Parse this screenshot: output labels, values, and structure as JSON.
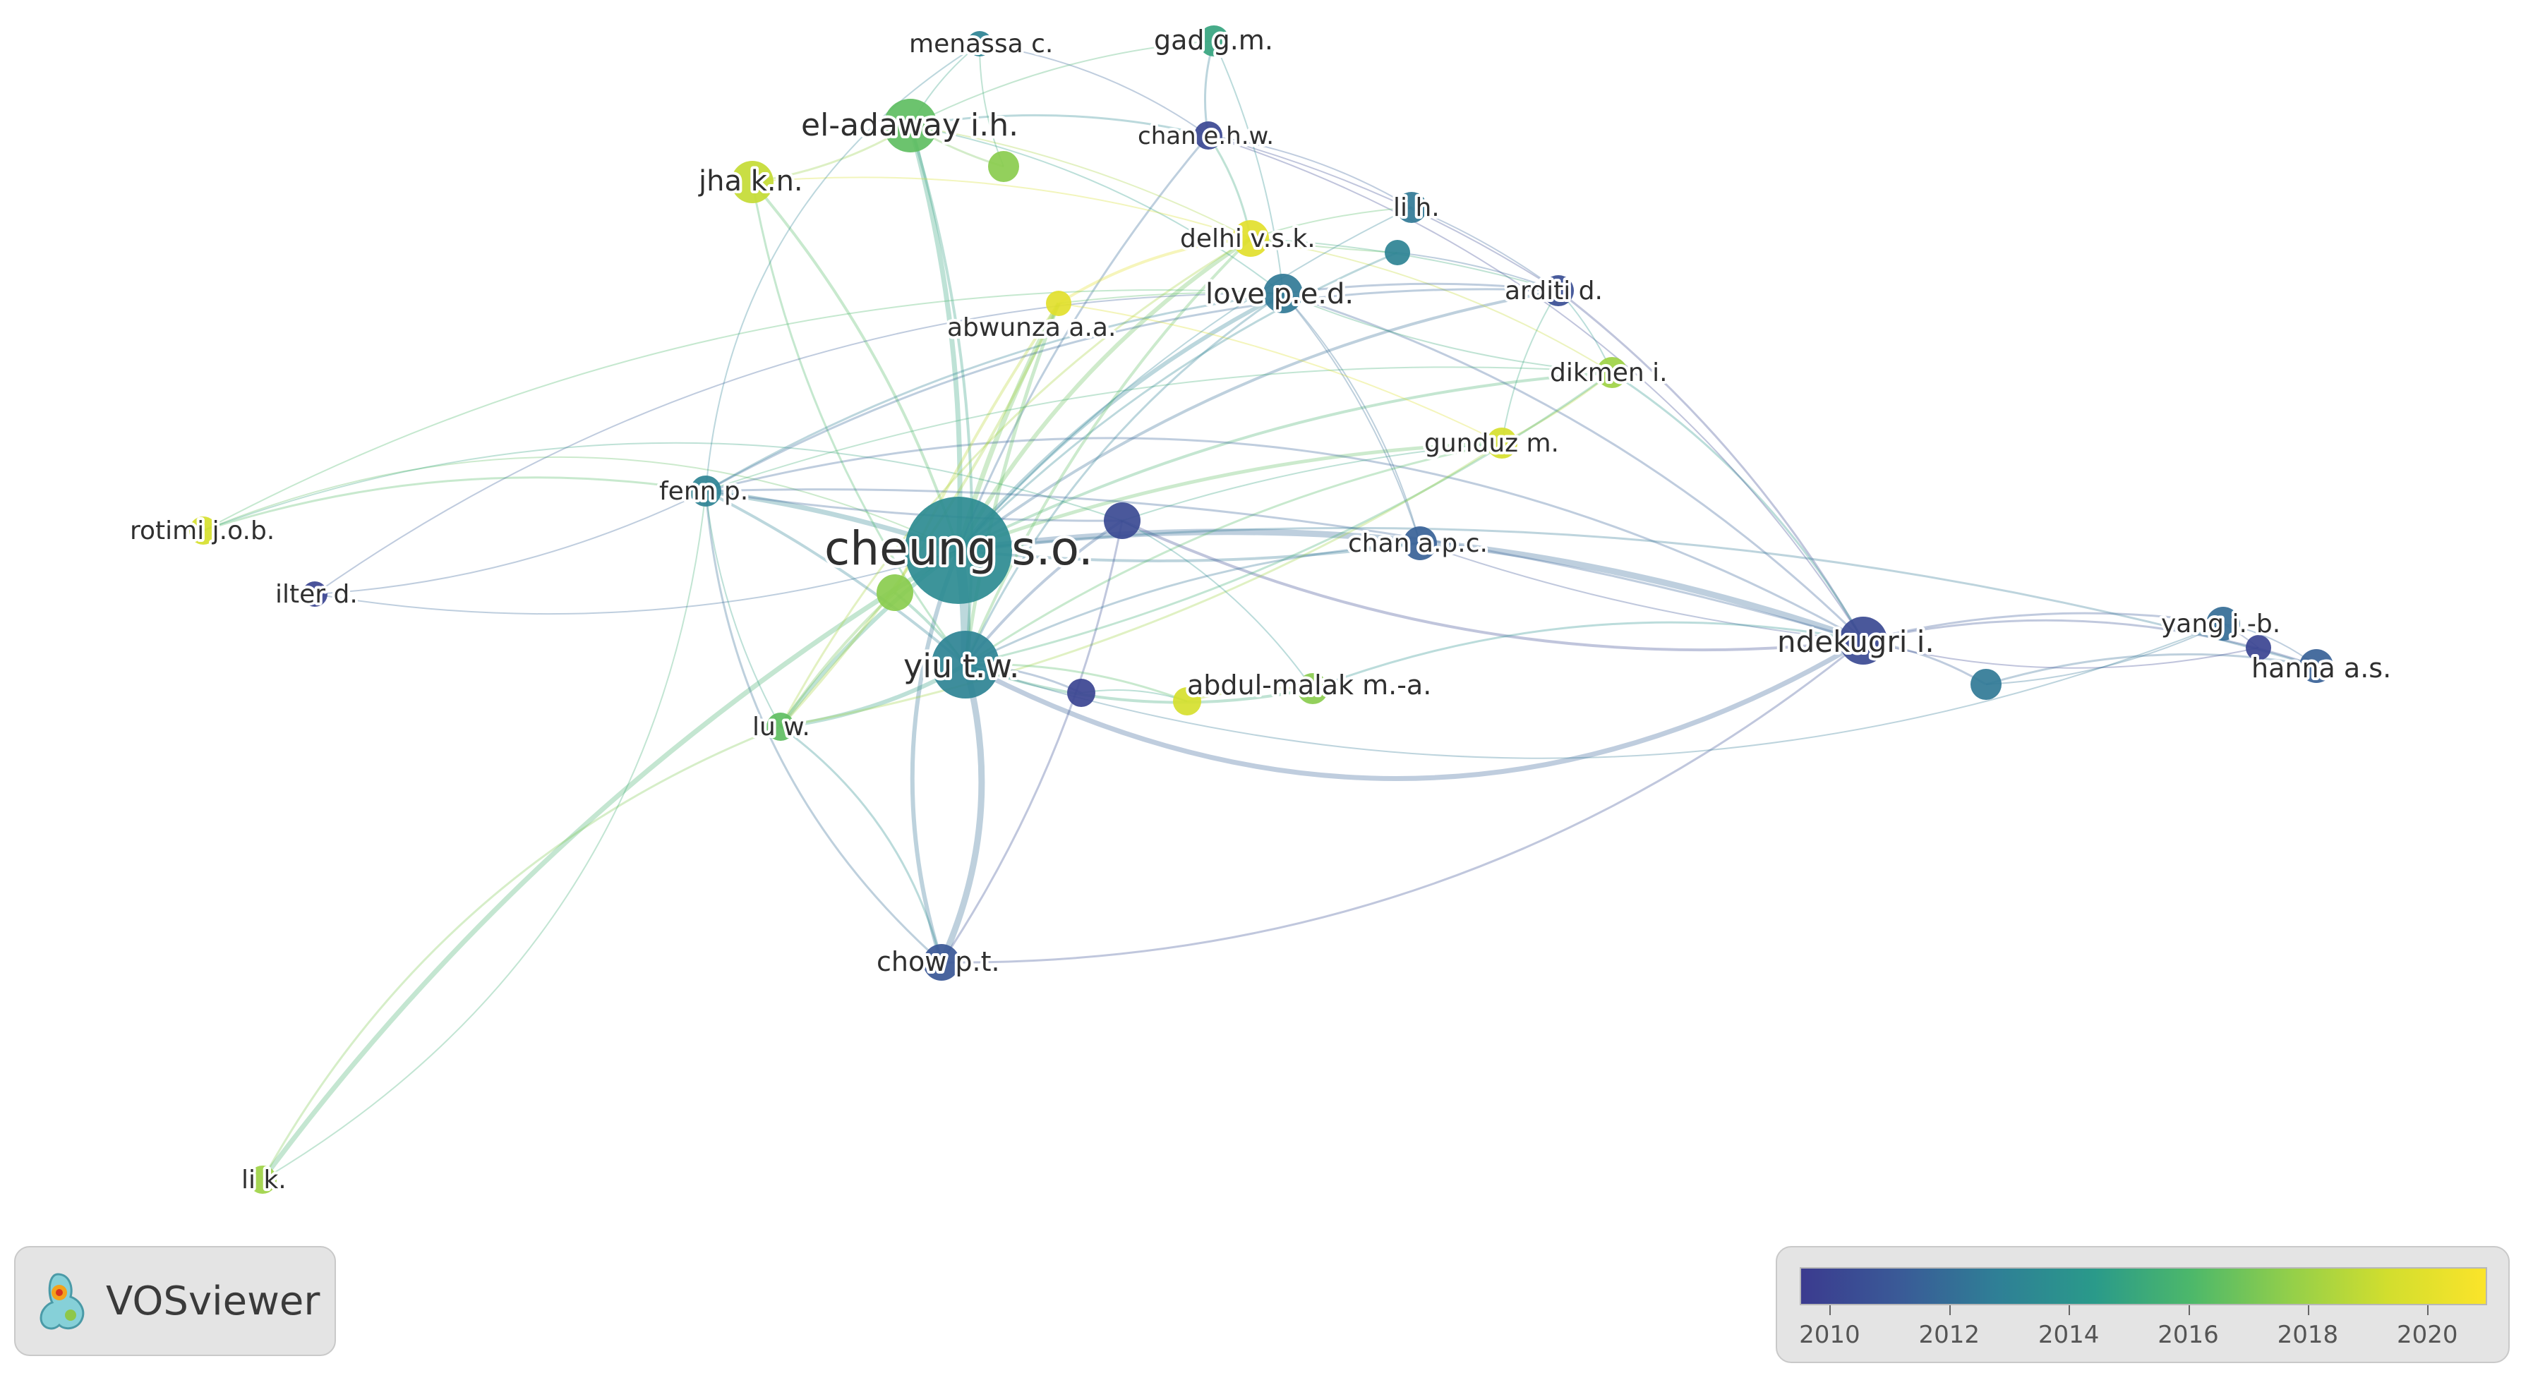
{
  "network": {
    "nodes": [
      {
        "id": "cheung",
        "label": "cheung s.o.",
        "year": 2013.5
      },
      {
        "id": "yiu",
        "label": "yiu t.w.",
        "year": 2013.0
      },
      {
        "id": "ndekugri",
        "label": "ndekugri i.",
        "year": 2010.3
      },
      {
        "id": "eladaway",
        "label": "el-adaway i.h.",
        "year": 2016.5
      },
      {
        "id": "jha",
        "label": "jha k.n.",
        "year": 2019.0
      },
      {
        "id": "menassa",
        "label": "menassa c.",
        "year": 2013.0
      },
      {
        "id": "gad",
        "label": "gad g.m.",
        "year": 2015.0
      },
      {
        "id": "chanehw",
        "label": "chan e.h.w.",
        "year": 2010.2
      },
      {
        "id": "lih",
        "label": "li h.",
        "year": 2012.5
      },
      {
        "id": "delhi",
        "label": "delhi v.s.k.",
        "year": 2020.0
      },
      {
        "id": "lovepd",
        "label": "love p.e.d.",
        "year": 2012.5
      },
      {
        "id": "arditi",
        "label": "arditi d.",
        "year": 2010.5
      },
      {
        "id": "abwunza",
        "label": "abwunza a.a.",
        "year": 2020.0
      },
      {
        "id": "dikmen",
        "label": "dikmen i.",
        "year": 2018.0
      },
      {
        "id": "gunduz",
        "label": "gunduz m.",
        "year": 2019.5
      },
      {
        "id": "fenn",
        "label": "fenn p.",
        "year": 2013.0
      },
      {
        "id": "rotimi",
        "label": "rotimi j.o.b.",
        "year": 2019.5
      },
      {
        "id": "ilter",
        "label": "ilter d.",
        "year": 2010.0
      },
      {
        "id": "chanapc",
        "label": "chan a.p.c.",
        "year": 2011.5
      },
      {
        "id": "yang",
        "label": "yang j.-b.",
        "year": 2012.0
      },
      {
        "id": "hanna",
        "label": "hanna a.s.",
        "year": 2011.5
      },
      {
        "id": "luw",
        "label": "lu w.",
        "year": 2016.5
      },
      {
        "id": "abdulmalak",
        "label": "abdul-malak m.-a.",
        "year": 2017.5
      },
      {
        "id": "chowpt",
        "label": "chow p.t.",
        "year": 2011.0
      },
      {
        "id": "lik",
        "label": "li k.",
        "year": 2018.0
      },
      {
        "id": "n_green1",
        "label": "",
        "year": 2017.5
      },
      {
        "id": "n_teal1",
        "label": "",
        "year": 2013.0
      },
      {
        "id": "n_purple1",
        "label": "",
        "year": 2010.3
      },
      {
        "id": "n_green2",
        "label": "",
        "year": 2017.5
      },
      {
        "id": "n_purple2",
        "label": "",
        "year": 2010.0
      },
      {
        "id": "n_yellow1",
        "label": "",
        "year": 2019.5
      },
      {
        "id": "n_teal2",
        "label": "",
        "year": 2012.5
      },
      {
        "id": "n_purple3",
        "label": "",
        "year": 2010.0
      }
    ]
  },
  "logo": {
    "text": "VOSviewer",
    "icon": "vosviewer-logo-icon"
  },
  "legend": {
    "ticks": [
      "2010",
      "2012",
      "2014",
      "2016",
      "2018",
      "2020"
    ],
    "min": 2009.5,
    "max": 2021.0,
    "colormap": [
      "#3b3b8f",
      "#3a5a97",
      "#2f7f96",
      "#2a9a8a",
      "#4db86a",
      "#93cf4a",
      "#d2de2e",
      "#fbe42a"
    ]
  }
}
